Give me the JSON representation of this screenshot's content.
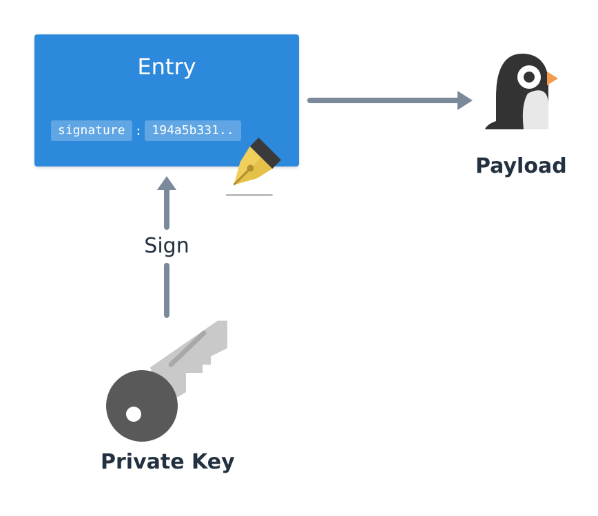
{
  "entry": {
    "title": "Entry",
    "field_name": "signature",
    "separator": ":",
    "field_value": "194a5b331.."
  },
  "payload": {
    "label": "Payload"
  },
  "private_key": {
    "label": "Private Key"
  },
  "sign": {
    "label": "Sign"
  },
  "colors": {
    "entry_bg": "#2d89db",
    "arrow": "#7b8a9a",
    "label_text": "#22303f",
    "pen": "#f0cf5c",
    "key_head": "#595959",
    "key_blade": "#c9c9c9",
    "penguin_body": "#333333",
    "penguin_beak": "#f39a4d"
  },
  "icons": [
    "pen-nib-icon",
    "penguin-icon",
    "key-icon"
  ]
}
